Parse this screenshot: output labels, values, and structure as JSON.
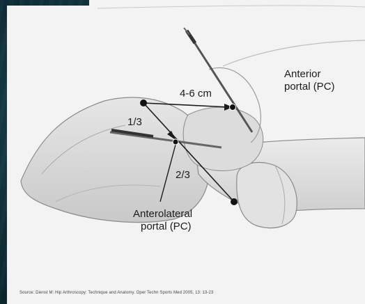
{
  "labels": {
    "distance": "4-6 cm",
    "anterior_line1": "Anterior",
    "anterior_line2": "portal (PC)",
    "one_third": "1/3",
    "two_thirds": "2/3",
    "anterolateral_line1": "Anterolateral",
    "anterolateral_line2": "portal (PC)"
  },
  "caption": "Source: Dienst M: Hip Arthroscopy: Technique and Anatomy. Oper Techn Sports Med 2005, 13: 13-23",
  "colors": {
    "slide_background": "#0f3039",
    "panel": "#f3f3f3",
    "ink": "#1b1b1b"
  }
}
